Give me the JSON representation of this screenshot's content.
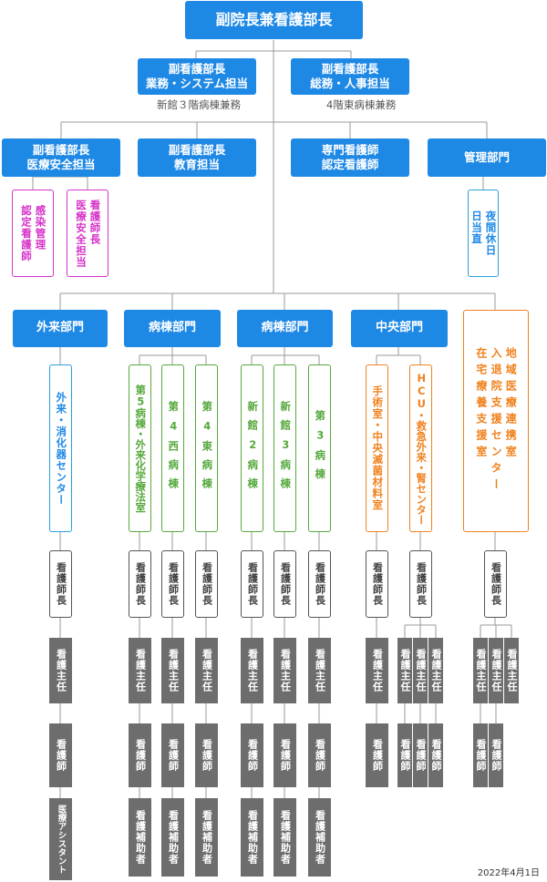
{
  "top": "副院長兼看護部長",
  "level2": [
    {
      "label": "副看護部長\n業務・システム担当",
      "note": "新館３階病棟兼務"
    },
    {
      "label": "副看護部長\n総務・人事担当",
      "note": "4階東病棟兼務"
    }
  ],
  "level3": [
    {
      "label": "副看護部長\n医療安全担当",
      "subs": [
        "感染管理\n認定看護師",
        "看護師長\n医療安全担当"
      ]
    },
    {
      "label": "副看護部長\n教育担当"
    },
    {
      "label": "専門看護師\n認定看護師"
    },
    {
      "label": "管理部門",
      "subs": [
        "夜間休日\n日当直"
      ]
    }
  ],
  "departments": [
    "外来部門",
    "病棟部門",
    "病棟部門",
    "中央部門",
    "地域医療連携室\n入退院支援センター\n在宅療養支援室"
  ],
  "units": [
    "外来・消化器センター",
    "第5病棟・外来化学療法室",
    "第4西病棟",
    "第4東病棟",
    "新館2病棟",
    "新館3病棟",
    "第3病棟",
    "手術室・中央滅菌材料室",
    "HCU・救急外来・腎センター"
  ],
  "staff": {
    "head_nurse": "看護師長",
    "chief_nurse": "看護主任",
    "nurse": "看護師",
    "medical_assistant": "医療アシスタント",
    "nursing_aide": "看護補助者"
  },
  "date": "2022年4月1日"
}
